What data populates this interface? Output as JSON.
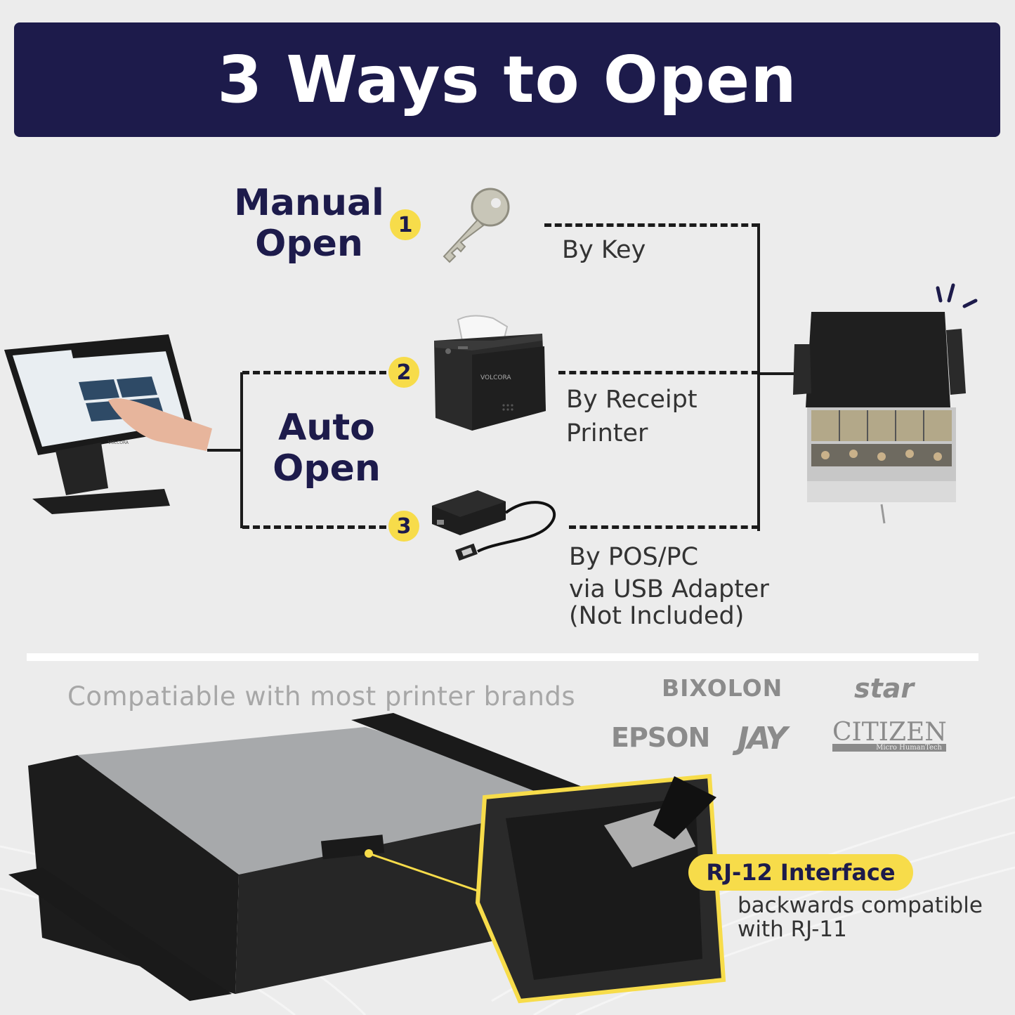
{
  "banner": {
    "title": "3 Ways to Open"
  },
  "methods": {
    "manual": {
      "heading_line1": "Manual",
      "heading_line2": "Open",
      "badge": "1",
      "label": "By Key"
    },
    "auto": {
      "heading_line1": "Auto",
      "heading_line2": "Open"
    },
    "printer": {
      "badge": "2",
      "label_line1": "By Receipt",
      "label_line2": "Printer"
    },
    "usb": {
      "badge": "3",
      "label_line1": "By POS/PC",
      "label_line2": "via USB Adapter",
      "label_line3": "(Not Included)"
    }
  },
  "compatibility": {
    "text": "Compatiable with most printer brands",
    "brands": [
      "BIXOLON",
      "star",
      "EPSON",
      "JAY",
      "CITIZEN"
    ],
    "citizen_tagline": "Micro HumanTech"
  },
  "device_labels": {
    "printer_brand": "VOLCORA",
    "pos_brand": "VOLCORA"
  },
  "interface": {
    "title": "RJ-12 Interface",
    "subtitle_line1": "backwards compatible",
    "subtitle_line2": "with RJ-11"
  },
  "colors": {
    "navy": "#1d1b4b",
    "accent_yellow": "#f7dc4a",
    "background": "#ececec"
  }
}
